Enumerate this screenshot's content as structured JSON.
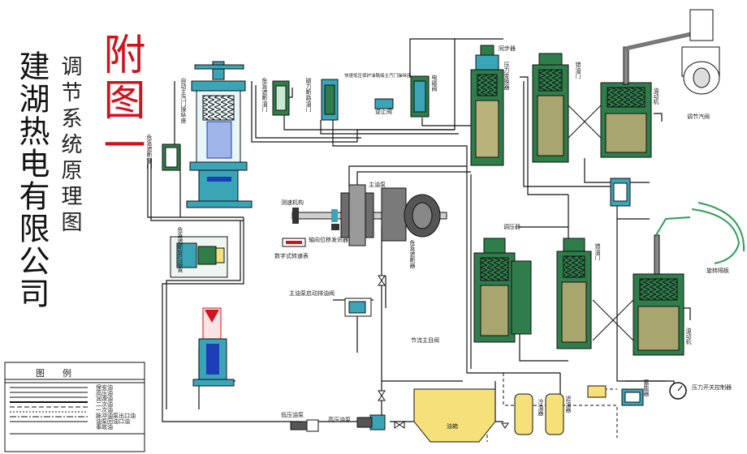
{
  "titles": {
    "company": "建湖热电有限公司",
    "subtitle": "调节系统原理图",
    "figure": "附图一"
  },
  "labels": {
    "valve_main": "自动主汽门操纵座",
    "emergency_governor_valve": "危急遮断油门",
    "solenoid_valve": "电磁阀",
    "check_valve": "逆止阀",
    "emergency_relief": "危急遮断复位装置",
    "power_switch": "磁力断路油门",
    "tacho_mech": "测速机构",
    "speed_display": "数字式转速表",
    "axial_sensor": "轴向位移发讯器",
    "main_pump": "主油泵",
    "emergency_breaker": "危急遮断器",
    "start_pump": "主油泵启动排油阀",
    "speed_feedback": "调压器",
    "servo_top": "错油门",
    "servo_bottom": "错油门",
    "actuator_top": "油动机",
    "actuator_bottom": "油动机",
    "regulator_valve": "调节汽阀",
    "rotary_plate": "旋转隔板",
    "gear_pump_label": "节流主目阀",
    "oil_tank": "油箱",
    "cooler": "冷油器",
    "filter": "滤油器",
    "low_pump": "低压油泵",
    "high_pump": "高压油泵",
    "pressure_switch": "压力开关控制器",
    "accumulator": "蓄能器",
    "pressure_converter": "压力变换器",
    "speed_device": "同步器",
    "dual_valve": "危急遮断油门",
    "pressure_note": "快速低压保护油路接主汽门操纵座"
  },
  "legend": {
    "title": "图　　例",
    "items": [
      "保安油",
      "高压油",
      "润滑油",
      "二次油",
      "一次油",
      "脉冲油泵出口油",
      "油泵回油口油",
      "事故油"
    ]
  },
  "colors": {
    "green": "#2e7d4b",
    "teal": "#3aa5b7",
    "blue": "#1d3fb5",
    "red": "#d0141e",
    "line": "#111111",
    "yellow": "#f5e07a"
  }
}
